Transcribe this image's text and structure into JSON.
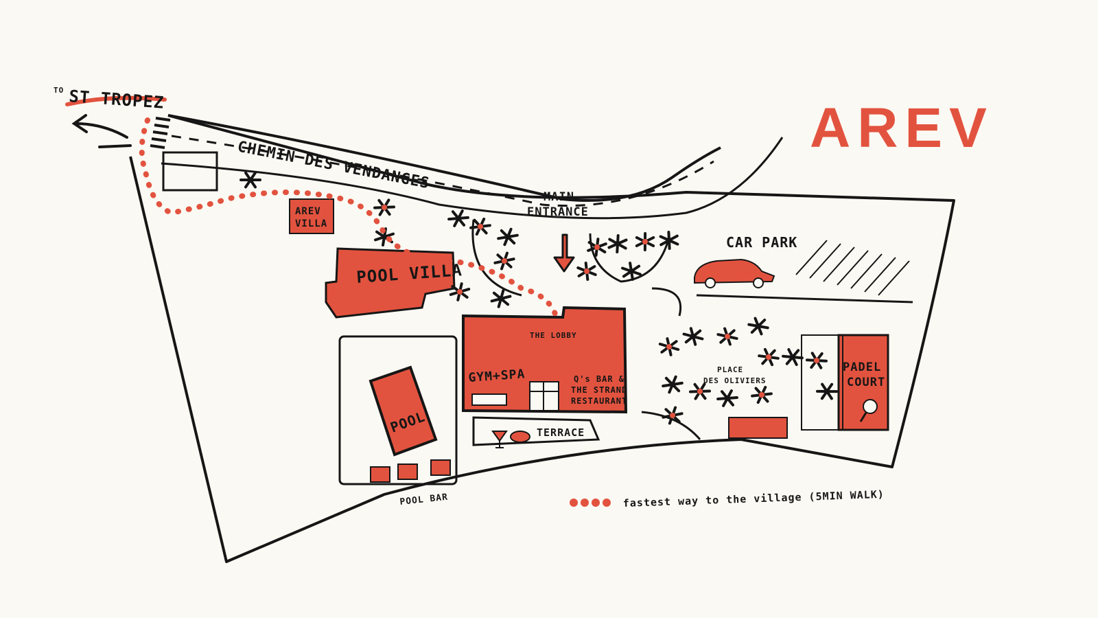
{
  "brand": "AREV",
  "colors": {
    "accent": "#e2533f",
    "ink": "#161616",
    "paper": "#fbf9f3"
  },
  "labels": {
    "to": "TO",
    "st_tropez": "ST TROPEZ",
    "road": "CHEMIN DES VENDANGES",
    "main_entrance_1": "MAIN",
    "main_entrance_2": "ENTRANCE",
    "car_park": "CAR PARK",
    "arev_villa_1": "AREV",
    "arev_villa_2": "VILLA",
    "pool_villa": "POOL VILLA",
    "lobby": "THE LOBBY",
    "gym_spa": "GYM+SPA",
    "qs_bar_1": "Q's BAR &",
    "qs_bar_2": "THE STRAND",
    "qs_bar_3": "RESTAURANT",
    "terrace": "TERRACE",
    "pool": "POOL",
    "pool_bar": "POOL BAR",
    "place_1": "PLACE",
    "place_2": "DES OLIVIERS",
    "padel_1": "PADEL",
    "padel_2": "COURT"
  },
  "legend": {
    "text": "fastest way to the village (5MIN WALK)",
    "icon": "dotted-path-icon"
  },
  "icons": [
    "arrow-left-icon",
    "entrance-arrow-icon",
    "car-icon",
    "cocktail-icon",
    "plate-icon",
    "racket-icon",
    "palm-tree-icon"
  ]
}
